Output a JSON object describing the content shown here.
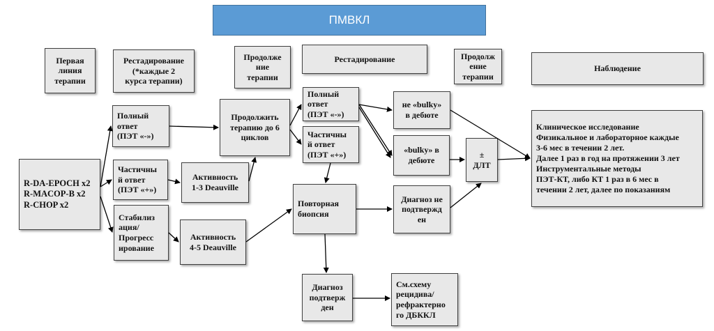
{
  "title": "ПМВКЛ",
  "columns": {
    "col1": "Первая\nлиния\nтерапии",
    "col2": "Рестадирование\n(*каждые 2\nкурса терапии)",
    "col3": "Продолже\nние\nтерапии",
    "col4": "Рестадирование",
    "col5": "Продолж\nение\nтерапии",
    "col6": "Наблюдение"
  },
  "nodes": {
    "regimens": "R-DA-EPOCH x2\nR-MACOP-B x2\nR-CHOP x2",
    "complete1": "Полный\nответ\n(ПЭТ «-»)",
    "partial1": "Частичны\nй ответ\n(ПЭТ «+»)",
    "stable1": "Стабилиз\nация/\nПрогресс\nирование",
    "activity13": "Активность\n1-3 Deauville",
    "activity45": "Активность\n4-5 Deauville",
    "continue6": "Продолжить\nтерапию до 6\nциклов",
    "complete2": "Полный\nответ\n(ПЭТ «-»)",
    "partial2": "Частичны\nй ответ\n(ПЭТ «+»)",
    "rebiopsy": "Повторная\nбиопсия",
    "notbulky": "не «bulky»\nв дебюте",
    "bulky": "«bulky» в\nдебюте",
    "notconfirmed": "Диагноз не\nподтвержд\nен",
    "confirmed": "Диагноз\nподтверж\nден",
    "seescheme": "См.схему\nрецидива/\nрефрактерно\nго ДБККЛ",
    "dlt": "±\nДЛТ",
    "observation": "Клиническое исследование\nФизикальное и лабораторное каждые\n3-6 мес в течении 2 лет.\nДалее 1 раз в год на протяжении 3 лет\nИнструментальные методы\nПЭТ-КТ, либо КТ 1 раз в 6 мес в\nтечении 2 лет, далее по показаниям"
  }
}
